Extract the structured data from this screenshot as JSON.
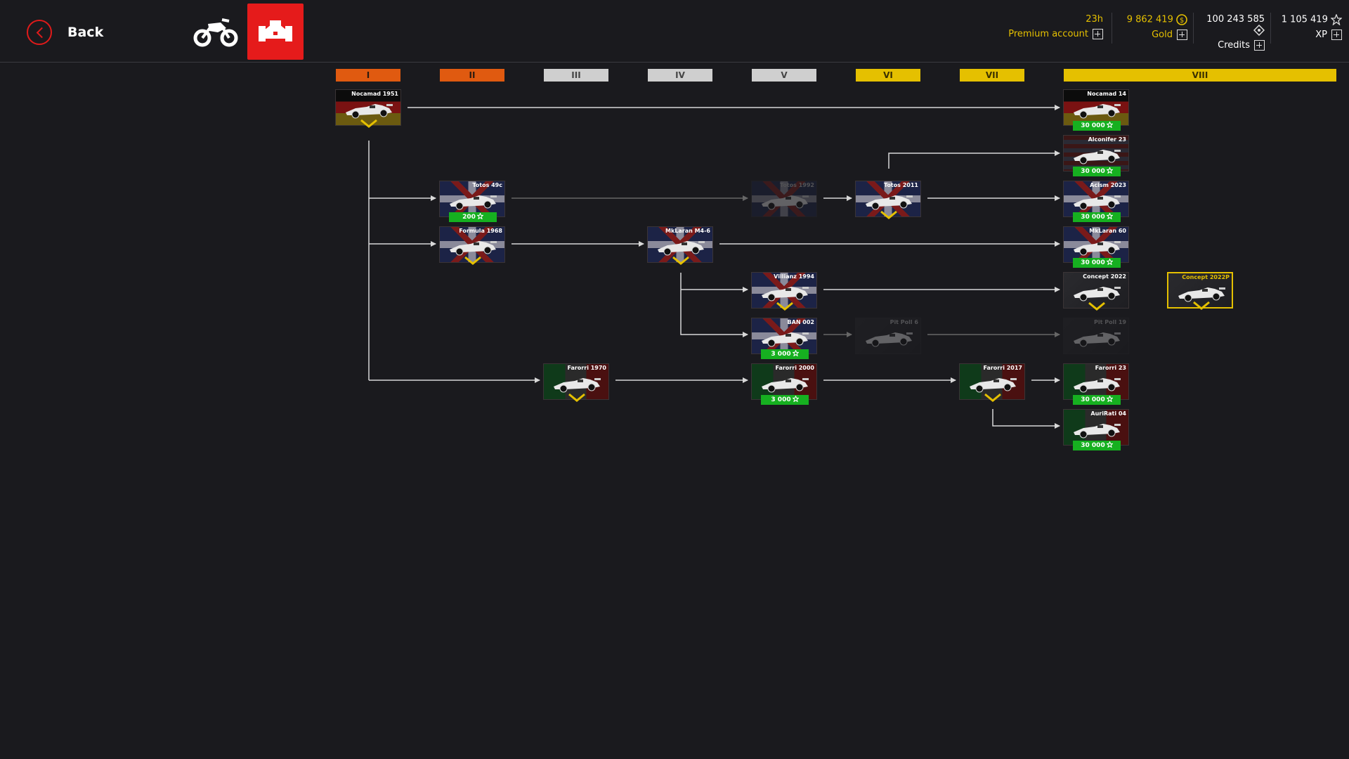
{
  "header": {
    "back_label": "Back",
    "tabs": [
      {
        "icon": "motorcycle-icon",
        "active": false
      },
      {
        "icon": "formula-car-icon",
        "active": true
      }
    ],
    "premium": {
      "time": "23h",
      "label": "Premium account"
    },
    "gold": {
      "value": "9 862 419",
      "label": "Gold",
      "icon": "gold-coin-icon"
    },
    "credits": {
      "value": "100 243 585",
      "label": "Credits",
      "icon": "credits-tag-icon"
    },
    "xp": {
      "value": "1 105 419",
      "label": "XP",
      "icon": "xp-star-icon"
    }
  },
  "tiers": [
    "I",
    "II",
    "III",
    "IV",
    "V",
    "VI",
    "VII",
    "VIII"
  ],
  "nodes": [
    {
      "name": "Nocamad 1951",
      "tier": "I",
      "flag": "germany",
      "owned": true,
      "price": "",
      "locked": false
    },
    {
      "name": "Nocamad 14",
      "tier": "VIII",
      "flag": "germany",
      "owned": false,
      "price": "30 000",
      "locked": false
    },
    {
      "name": "Alconifer 23",
      "tier": "VIII",
      "flag": "usa",
      "owned": false,
      "price": "30 000",
      "locked": false
    },
    {
      "name": "Totos 49c",
      "tier": "II",
      "flag": "uk",
      "owned": false,
      "price": "200",
      "locked": false
    },
    {
      "name": "Totos 1992",
      "tier": "V",
      "flag": "uk",
      "owned": false,
      "price": "",
      "locked": true
    },
    {
      "name": "Totos 2011",
      "tier": "VI",
      "flag": "uk",
      "owned": true,
      "price": "",
      "locked": false
    },
    {
      "name": "Acism 2023",
      "tier": "VIII",
      "flag": "uk",
      "owned": false,
      "price": "30 000",
      "locked": false
    },
    {
      "name": "Formula 1968",
      "tier": "II",
      "flag": "uk",
      "owned": true,
      "price": "",
      "locked": false
    },
    {
      "name": "MkLaran M4-6",
      "tier": "IV",
      "flag": "uk",
      "owned": true,
      "price": "",
      "locked": false
    },
    {
      "name": "MkLaran 60",
      "tier": "VIII",
      "flag": "uk",
      "owned": false,
      "price": "30 000",
      "locked": false
    },
    {
      "name": "Villianz 1994",
      "tier": "V",
      "flag": "uk",
      "owned": true,
      "price": "",
      "locked": false
    },
    {
      "name": "Concept 2022",
      "tier": "VIII",
      "flag": "dark",
      "owned": true,
      "price": "",
      "locked": false
    },
    {
      "name": "Concept 2022P",
      "tier": "VIII",
      "flag": "dark",
      "owned": true,
      "price": "",
      "locked": false,
      "premium": true
    },
    {
      "name": "BAN 002",
      "tier": "V",
      "flag": "uk",
      "owned": false,
      "price": "3 000",
      "locked": false
    },
    {
      "name": "Pit Poll 6",
      "tier": "VI",
      "flag": "dark",
      "owned": false,
      "price": "",
      "locked": true
    },
    {
      "name": "Pit Poll 19",
      "tier": "VIII",
      "flag": "dark",
      "owned": false,
      "price": "",
      "locked": true
    },
    {
      "name": "Farorri 1970",
      "tier": "III",
      "flag": "italy",
      "owned": true,
      "price": "",
      "locked": false
    },
    {
      "name": "Farorri 2000",
      "tier": "V",
      "flag": "italy",
      "owned": false,
      "price": "3 000",
      "locked": false
    },
    {
      "name": "Farorri 2017",
      "tier": "VII",
      "flag": "italy",
      "owned": true,
      "price": "",
      "locked": false
    },
    {
      "name": "Farorri 23",
      "tier": "VIII",
      "flag": "italy",
      "owned": false,
      "price": "30 000",
      "locked": false
    },
    {
      "name": "AuriRati 04",
      "tier": "VIII",
      "flag": "italy",
      "owned": false,
      "price": "30 000",
      "locked": false
    }
  ],
  "colors": {
    "background": "#1a1a1e",
    "accent_red": "#e51b1b",
    "gold": "#e5c000",
    "price_green": "#16b020",
    "tier_orange": "#e05a10",
    "tier_gray": "#cfcfcf",
    "tier_yellow": "#e5c000"
  }
}
